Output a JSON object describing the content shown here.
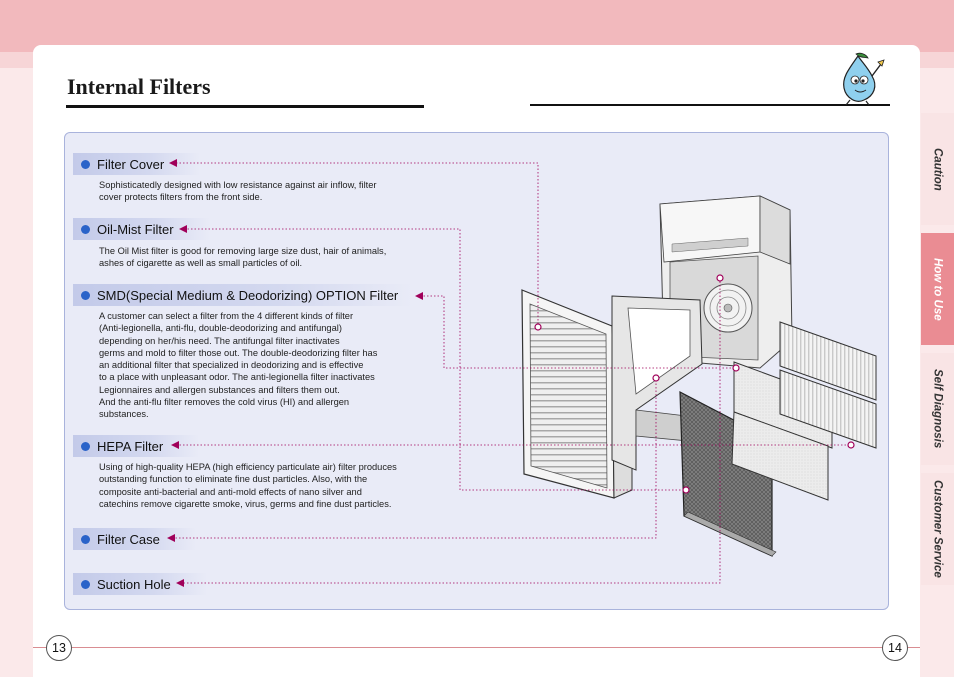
{
  "page": {
    "title": "Internal Filters",
    "left_page_number": "13",
    "right_page_number": "14"
  },
  "colors": {
    "accent_pink": "#ea8c93",
    "panel_bg": "#e9ebf7",
    "bullet_blue": "#2a63c9",
    "callout_magenta": "#a0005a"
  },
  "filters": [
    {
      "label": "Filter Cover",
      "description": [
        "Sophisticatedly designed with low resistance against air inflow, filter",
        "cover protects filters from the front side."
      ]
    },
    {
      "label": "Oil-Mist Filter",
      "description": [
        "The Oil Mist filter is good for removing large size dust, hair of animals,",
        "ashes of cigarette as well as small particles of oil."
      ]
    },
    {
      "label": "SMD(Special Medium & Deodorizing) OPTION Filter",
      "description": [
        "A customer can select a filter from the 4 different kinds of filter",
        "(Anti-legionella, anti-flu, double-deodorizing and antifungal)",
        "depending on her/his need. The antifungal filter inactivates",
        "germs and mold to filter those out. The double-deodorizing filter has",
        "an additional filter that specialized in deodorizing and is effective",
        "to a place with unpleasant odor. The anti-legionella filter inactivates",
        "Legionnaires and allergen substances and filters them out.",
        "And the anti-flu filter removes the cold virus (HI) and allergen",
        "substances."
      ]
    },
    {
      "label": "HEPA Filter",
      "description": [
        "Using of high-quality HEPA (high efficiency particulate air) filter produces",
        "outstanding function to eliminate fine dust particles. Also, with the",
        "composite anti-bacterial and anti-mold effects of nano silver and",
        "catechins remove cigarette smoke, virus, germs and fine dust particles."
      ]
    },
    {
      "label": "Filter Case"
    },
    {
      "label": "Suction Hole"
    }
  ],
  "side_tabs": [
    {
      "label": "Caution",
      "active": false
    },
    {
      "label": "How to Use",
      "active": true
    },
    {
      "label": "Self Diagnosis",
      "active": false
    },
    {
      "label": "Customer Service",
      "active": false
    }
  ],
  "icons": {
    "mascot": "water-drop-mascot-icon",
    "bullet": "blue-dot-bullet-icon",
    "arrow": "left-arrow-icon"
  }
}
